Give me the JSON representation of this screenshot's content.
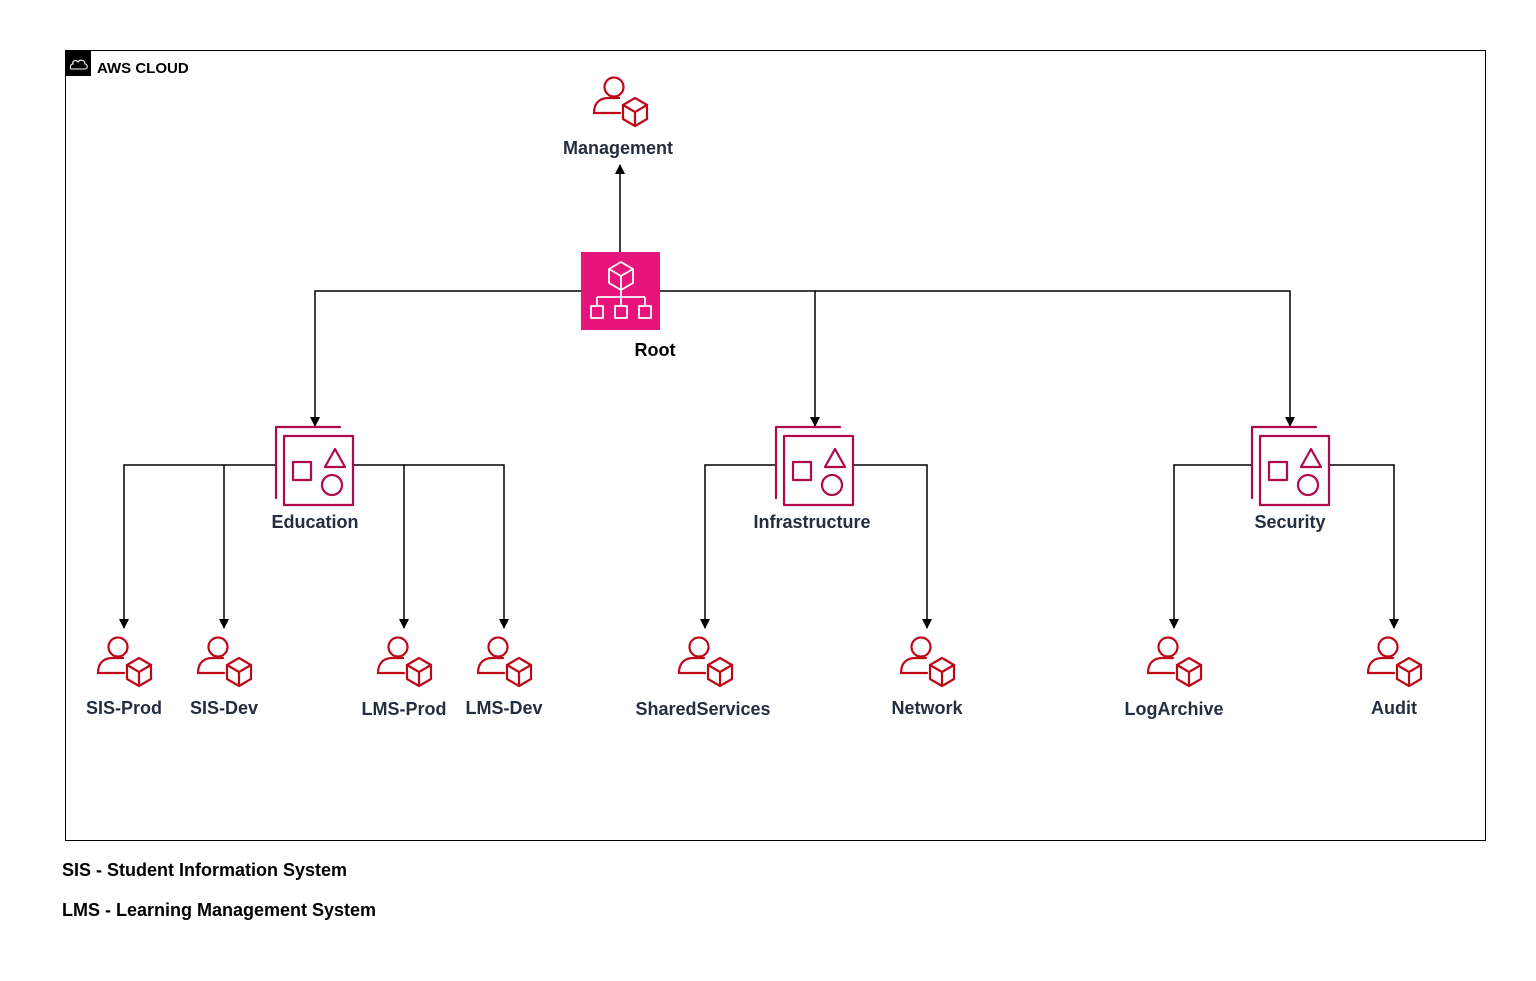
{
  "container": {
    "label": "AWS CLOUD",
    "icon": "cloud-icon"
  },
  "colors": {
    "account": "#bf0816",
    "ou": "#b0084d",
    "root_fill": "#e7157b",
    "label": "#232f3e"
  },
  "root": {
    "label": "Root",
    "icon": "organizations-icon"
  },
  "management": {
    "label": "Management",
    "icon": "account-icon"
  },
  "ous": [
    {
      "label": "Education",
      "icon": "organizational-unit-icon",
      "accounts": [
        {
          "label": "SIS-Prod"
        },
        {
          "label": "SIS-Dev"
        },
        {
          "label": "LMS-Prod"
        },
        {
          "label": "LMS-Dev"
        }
      ]
    },
    {
      "label": "Infrastructure",
      "icon": "organizational-unit-icon",
      "accounts": [
        {
          "label": "SharedServices"
        },
        {
          "label": "Network"
        }
      ]
    },
    {
      "label": "Security",
      "icon": "organizational-unit-icon",
      "accounts": [
        {
          "label": "LogArchive"
        },
        {
          "label": "Audit"
        }
      ]
    }
  ],
  "legend": [
    "SIS - Student Information System",
    "LMS - Learning Management System"
  ]
}
